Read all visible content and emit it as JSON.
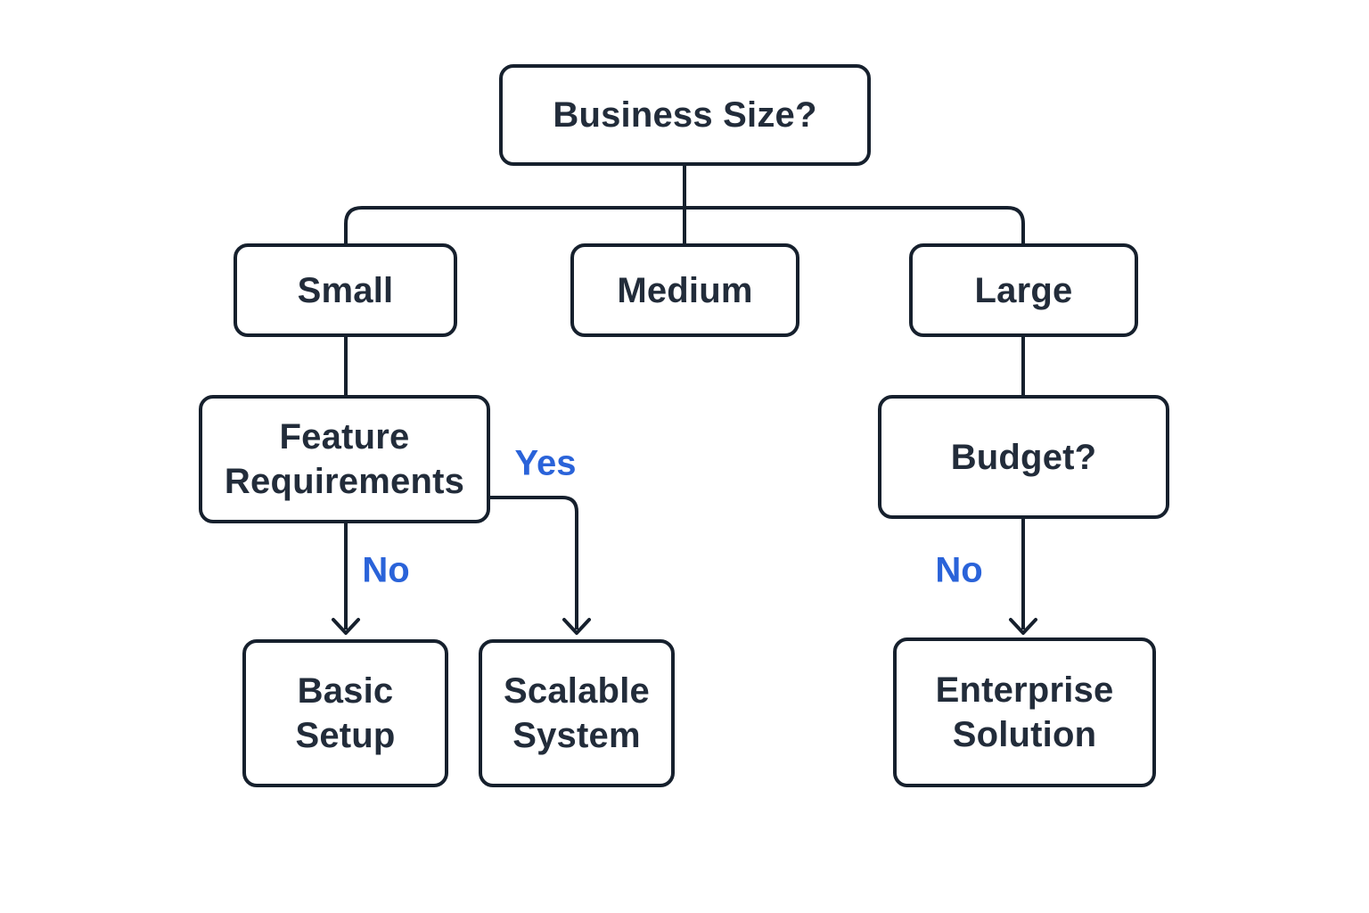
{
  "diagram": {
    "type": "flowchart",
    "colors": {
      "line": "#16202d",
      "text": "#222c3a",
      "edge_label": "#2a63d9",
      "node_fill": "#ffffff",
      "background": "#ffffff"
    },
    "nodes": [
      {
        "id": "business-size",
        "label": "Business Size?"
      },
      {
        "id": "small",
        "label": "Small"
      },
      {
        "id": "medium",
        "label": "Medium"
      },
      {
        "id": "large",
        "label": "Large"
      },
      {
        "id": "feature-requirements",
        "label": "Feature\nRequirements"
      },
      {
        "id": "budget",
        "label": "Budget?"
      },
      {
        "id": "basic-setup",
        "label": "Basic\nSetup"
      },
      {
        "id": "scalable-system",
        "label": "Scalable\nSystem"
      },
      {
        "id": "enterprise-solution",
        "label": "Enterprise\nSolution"
      }
    ],
    "labels": {
      "yes": "Yes",
      "no_feature": "No",
      "no_budget": "No"
    },
    "edges": [
      {
        "from": "Business Size?",
        "to": "Small",
        "label": ""
      },
      {
        "from": "Business Size?",
        "to": "Medium",
        "label": ""
      },
      {
        "from": "Business Size?",
        "to": "Large",
        "label": ""
      },
      {
        "from": "Small",
        "to": "Feature Requirements",
        "label": ""
      },
      {
        "from": "Feature Requirements",
        "to": "Basic Setup",
        "label": "No"
      },
      {
        "from": "Feature Requirements",
        "to": "Scalable System",
        "label": "Yes"
      },
      {
        "from": "Large",
        "to": "Budget?",
        "label": ""
      },
      {
        "from": "Budget?",
        "to": "Enterprise Solution",
        "label": "No"
      }
    ]
  }
}
